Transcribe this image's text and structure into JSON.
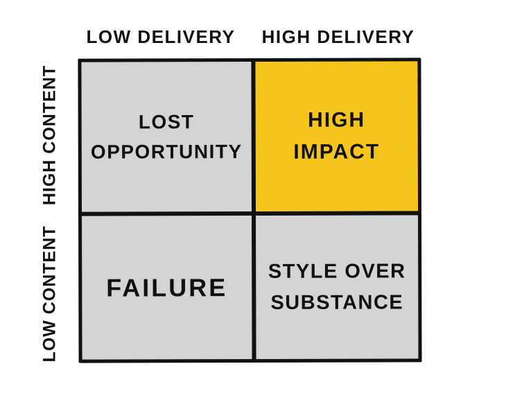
{
  "matrix": {
    "column_headers": [
      "LOW DELIVERY",
      "HIGH DELIVERY"
    ],
    "row_headers": [
      "HIGH CONTENT",
      "LOW CONTENT"
    ],
    "quadrants": [
      {
        "name": "lost-opportunity",
        "line1": "LOST",
        "line2": "OPPORTUNITY",
        "bg": "#d4d4d2"
      },
      {
        "name": "high-impact",
        "line1": "HIGH",
        "line2": "IMPACT",
        "bg": "#f5c51c"
      },
      {
        "name": "failure",
        "line1": "FAILURE",
        "bg": "#d4d4d2"
      },
      {
        "name": "style-over-substance",
        "line1": "STYLE OVER",
        "line2": "SUBSTANCE",
        "bg": "#d4d4d2"
      }
    ],
    "colors": {
      "highlight": "#f5c51c",
      "cell": "#d4d4d2",
      "line": "#111111",
      "background": "#ffffff"
    }
  }
}
